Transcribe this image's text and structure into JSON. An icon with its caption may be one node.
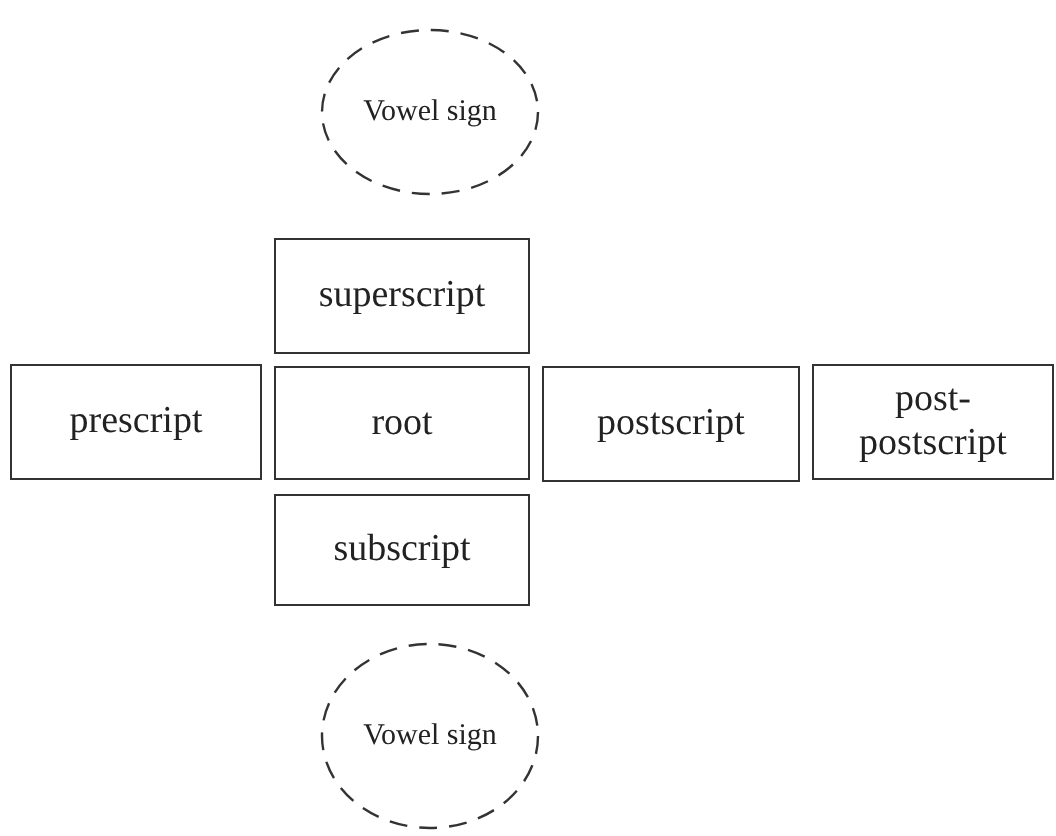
{
  "diagram": {
    "nodes": [
      {
        "text": [
          "Vowel sign"
        ]
      },
      {
        "text": [
          "superscript"
        ]
      },
      {
        "text": [
          "prescript"
        ]
      },
      {
        "text": [
          "root"
        ]
      },
      {
        "text": [
          "postscript"
        ]
      },
      {
        "text": [
          "post-postscript"
        ]
      },
      {
        "text": [
          "subscript"
        ]
      },
      {
        "text": [
          "Vowel sign"
        ]
      }
    ]
  }
}
